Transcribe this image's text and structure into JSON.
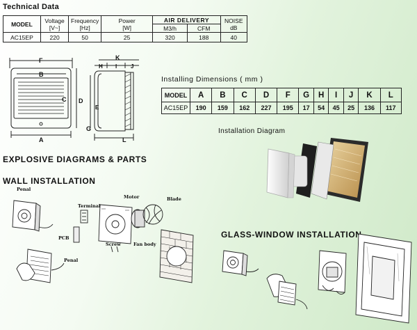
{
  "technical_data": {
    "title": "Technical Data",
    "headers": {
      "model": "MODEL",
      "voltage": "Voltage",
      "voltage_unit": "[V~]",
      "frequency": "Frequency",
      "frequency_unit": "[Hz]",
      "power": "Power",
      "power_unit": "[W]",
      "air_delivery": "AIR DELIVERY",
      "m3h": "M3/h",
      "cfm": "CFM",
      "noise": "NOISE",
      "noise_unit": "dB"
    },
    "row": {
      "model": "AC15EP",
      "voltage": "220",
      "frequency": "50",
      "power": "25",
      "m3h": "320",
      "cfm": "188",
      "noise": "40"
    }
  },
  "front_view": {
    "labels": {
      "F": "F",
      "B": "B",
      "C": "C",
      "D": "D",
      "A": "A",
      "G": "G"
    }
  },
  "side_view": {
    "labels": {
      "K": "K",
      "H": "H",
      "I": "I",
      "J": "J",
      "E": "E",
      "L": "L"
    }
  },
  "installing_dimensions": {
    "title": "Installing Dimensions ( mm )",
    "headers": [
      "MODEL",
      "A",
      "B",
      "C",
      "D",
      "F",
      "G",
      "H",
      "I",
      "J",
      "K",
      "L"
    ],
    "row": [
      "AC15EP",
      "190",
      "159",
      "162",
      "227",
      "195",
      "17",
      "54",
      "45",
      "25",
      "136",
      "117"
    ]
  },
  "installation_diagram": {
    "title": "Installation Diagram"
  },
  "explosive": {
    "title": "EXPLOSIVE DIAGRAMS & PARTS",
    "wall_title": "WALL INSTALLATION",
    "labels": {
      "penal_top": "Penal",
      "terminal": "Terminal",
      "motor": "Motor",
      "blade": "Blade",
      "pcb": "PCB",
      "screw": "Screw",
      "fan_body": "Fan body",
      "penal_bottom": "Penal"
    }
  },
  "glass_window": {
    "title": "GLASS-WINDOW INSTALLATION"
  }
}
